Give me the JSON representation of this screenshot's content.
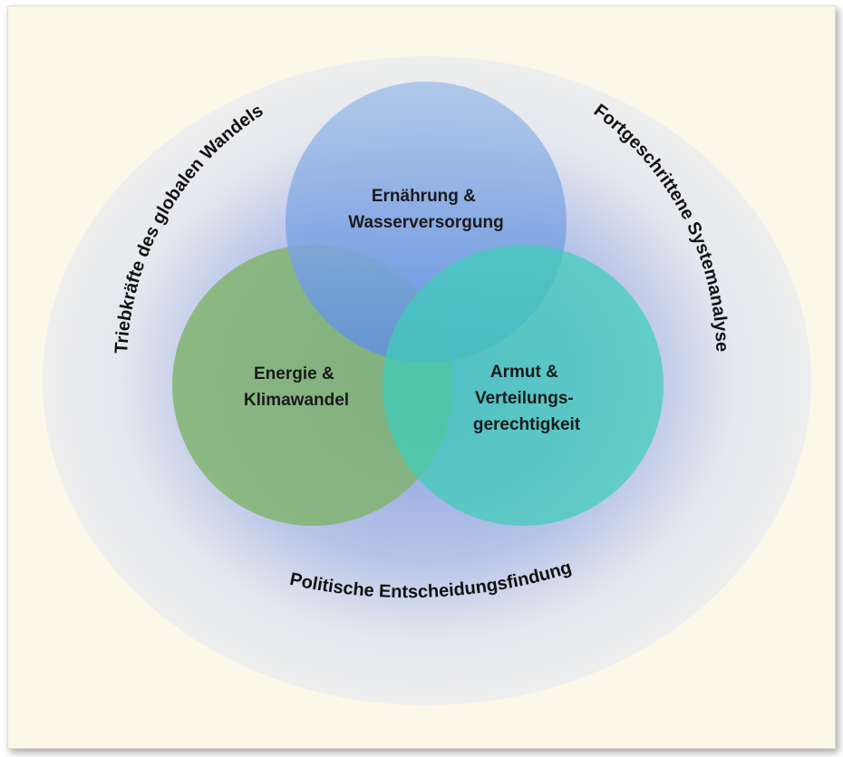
{
  "diagram": {
    "circles": [
      {
        "id": "food-water",
        "lines": [
          "Ernährung &",
          "Wasserversorgung"
        ],
        "color": "#6f9be0"
      },
      {
        "id": "energy-climate",
        "lines": [
          "Energie &",
          "Klimawandel"
        ],
        "color": "#7fb36a"
      },
      {
        "id": "poverty-equity",
        "lines": [
          "Armut &",
          "Verteilungs-",
          "gerechtigkeit"
        ],
        "color": "#44cdbd"
      }
    ],
    "ring_labels": {
      "left": "Triebkräfte des globalen Wandels",
      "right": "Fortgeschrittene Systemanalyse",
      "bottom": "Politische Entscheidungsfindung"
    },
    "colors": {
      "background": "#fbf8ea",
      "halo_outer": "#eeeeee",
      "halo_inner": "#9fb1e6"
    }
  }
}
